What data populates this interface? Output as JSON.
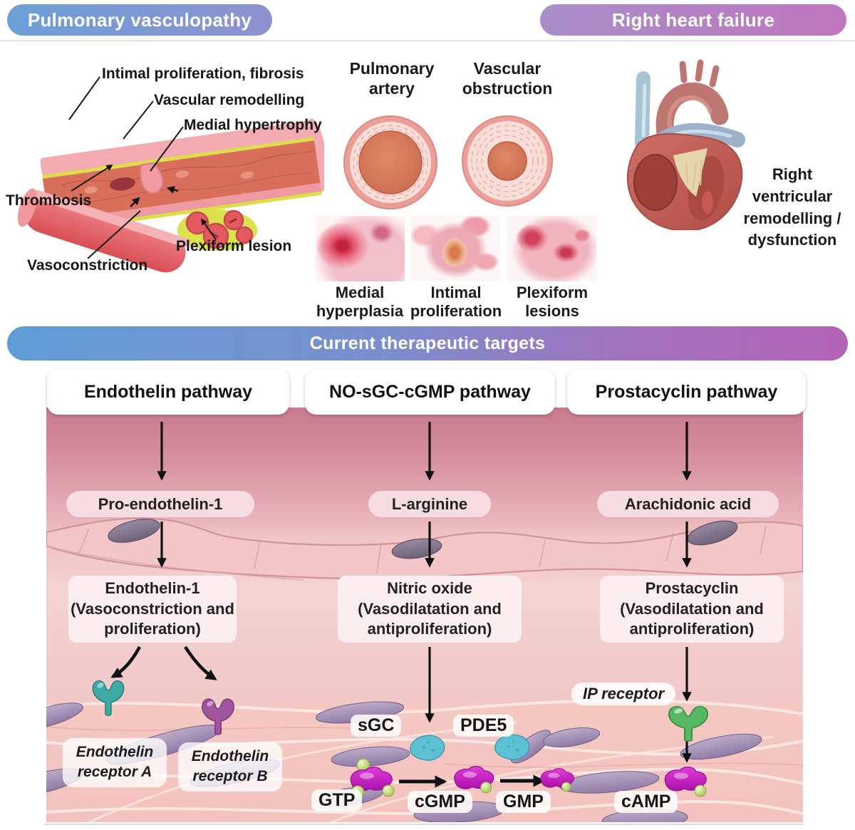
{
  "top": {
    "left_banner": "Pulmonary vasculopathy",
    "right_banner": "Right heart failure"
  },
  "vessel": {
    "labels": {
      "intimal": "Intimal proliferation, fibrosis",
      "remodelling": "Vascular remodelling",
      "medial": "Medial hypertrophy",
      "thrombosis": "Thrombosis",
      "vasoconstriction": "Vasoconstriction",
      "plexiform": "Plexiform lesion"
    }
  },
  "cross_sections": {
    "normal_title": "Pulmonary artery",
    "obstructed_title": "Vascular obstruction"
  },
  "histology": {
    "item1": "Medial hyperplasia",
    "item2": "Intimal proliferation",
    "item3": "Plexiform lesions"
  },
  "heart": {
    "caption": "Right ventricular remodelling / dysfunction"
  },
  "targets_banner": "Current therapeutic targets",
  "endothelin": {
    "title": "Endothelin pathway",
    "precursor": "Pro-endothelin-1",
    "mediator": "Endothelin-1",
    "mediator_effect": "(Vasoconstriction and proliferation)",
    "receptor_a": "Endothelin receptor A",
    "receptor_b": "Endothelin receptor B"
  },
  "no_pathway": {
    "title": "NO-sGC-cGMP pathway",
    "precursor": "L-arginine",
    "mediator": "Nitric oxide",
    "mediator_effect": "(Vasodilatation and antiproliferation)",
    "sgc": "sGC",
    "pde5": "PDE5",
    "gtp": "GTP",
    "cgmp": "cGMP",
    "gmp": "GMP"
  },
  "prostacyclin": {
    "title": "Prostacyclin pathway",
    "precursor": "Arachidonic acid",
    "mediator": "Prostacyclin",
    "mediator_effect": "(Vasodilatation and antiproliferation)",
    "ip_receptor": "IP receptor",
    "camp": "cAMP"
  },
  "colors": {
    "header_blue": "#6b9fd6",
    "header_periwinkle": "#8e92cf",
    "header_lavender": "#a98fca",
    "header_orchid": "#bf75bd",
    "targets_blue": "#5f9cd6",
    "targets_purple": "#b263b5",
    "receptor_a_teal": "#3fa9a5",
    "receptor_b_purple": "#a3549e",
    "ip_receptor_green": "#56b860",
    "enzyme_teal": "#5ec1d3",
    "molecule_magenta": "#cc1ec8",
    "panel_rose": "#c97b8e"
  }
}
